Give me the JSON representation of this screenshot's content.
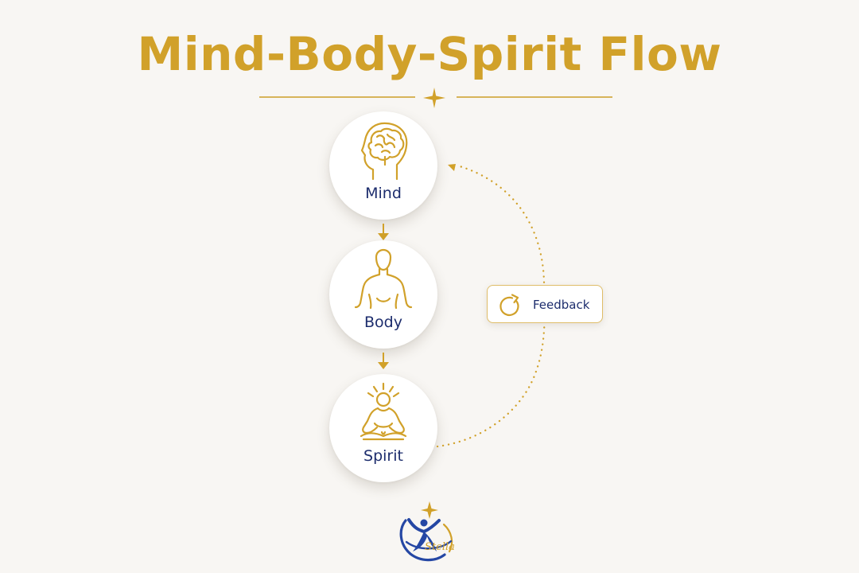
{
  "title": "Mind-Body-Spirit Flow",
  "nodes": [
    {
      "label": "Mind",
      "icon": "brain-head-icon"
    },
    {
      "label": "Body",
      "icon": "body-silhouette-icon"
    },
    {
      "label": "Spirit",
      "icon": "meditation-figure-icon"
    }
  ],
  "feedback": {
    "label": "Feedback",
    "icon": "refresh-icon"
  },
  "logo": {
    "text": "Stella",
    "icon": "stella-logo"
  },
  "colors": {
    "background": "#f8f6f3",
    "gold": "#d1a12a",
    "navy": "#1d2d6d",
    "white": "#ffffff",
    "blue": "#2547a4"
  }
}
